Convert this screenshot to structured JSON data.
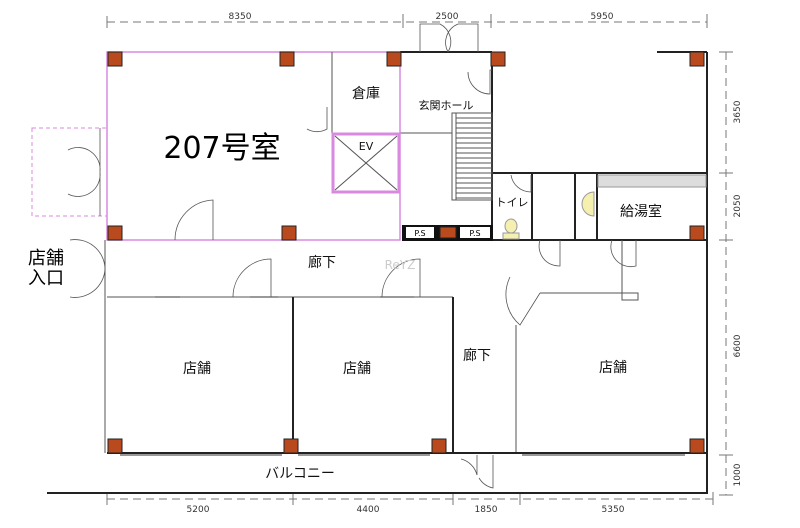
{
  "plan": {
    "room_207": "207号室",
    "storage": "倉庫",
    "elevator": "EV",
    "entrance_hall": "玄関ホール",
    "toilet": "トイレ",
    "kitchenette": "給湯室",
    "pipe_space_1": "P.S",
    "pipe_space_2": "P.S",
    "corridor_upper": "廊下",
    "corridor_middle": "廊下",
    "shop_1": "店舗",
    "shop_2": "店舗",
    "shop_3": "店舗",
    "shop_entrance_line1": "店舗",
    "shop_entrance_line2": "入口",
    "balcony": "バルコニー",
    "watermark": "ReYZ"
  },
  "dimensions": {
    "top": [
      "8350",
      "2500",
      "5950"
    ],
    "right": [
      "3650",
      "2050",
      "6600",
      "1000"
    ],
    "bottom": [
      "5200",
      "4400",
      "1850",
      "5350"
    ]
  },
  "colors": {
    "pillar": "#b84a1e",
    "highlight": "#d98ae0"
  }
}
